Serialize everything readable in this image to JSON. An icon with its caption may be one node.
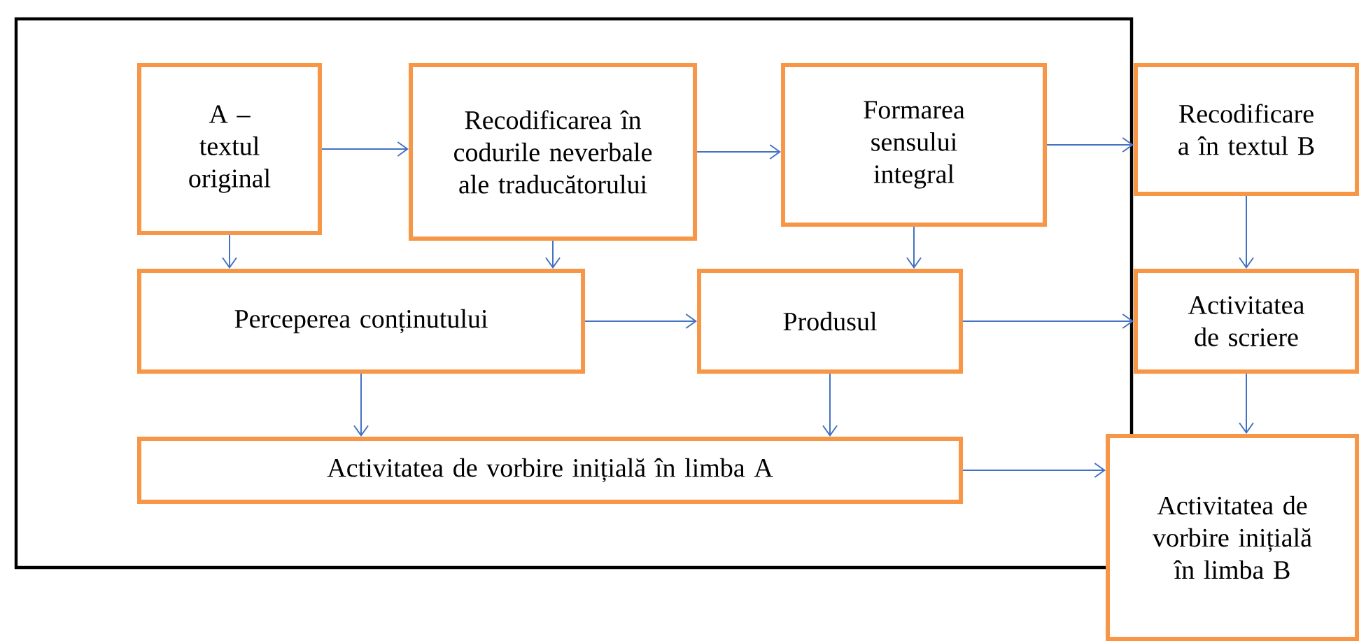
{
  "diagram": {
    "nodes": [
      {
        "text": [],
        "shape": "box"
      },
      {
        "text": [
          "A – textul original"
        ],
        "in": 0
      },
      {
        "text": [
          "Recodificarea în codurile neverbale ale traducătorului"
        ],
        "in": 0
      },
      {
        "text": [
          "Formarea sensului integral"
        ],
        "in": 0
      },
      {
        "text": [
          "Recodificare a în textul B"
        ]
      },
      {
        "text": [
          "Perceperea conținutului"
        ],
        "in": 0
      },
      {
        "text": [
          "Produsul"
        ],
        "in": 0
      },
      {
        "text": [
          "Activitatea de scriere"
        ]
      },
      {
        "text": [
          "Activitatea de vorbire inițială în limba A"
        ],
        "in": 0
      },
      {
        "text": [
          "Activitatea de vorbire inițială în limba B"
        ]
      }
    ],
    "edges": [
      {
        "from": 1,
        "to": 2,
        "arrow": "to"
      },
      {
        "from": 2,
        "to": 3,
        "arrow": "to"
      },
      {
        "from": 3,
        "to": 4,
        "arrow": "to"
      },
      {
        "from": 1,
        "to": 5,
        "arrow": "to"
      },
      {
        "from": 2,
        "to": 5,
        "arrow": "to"
      },
      {
        "from": 3,
        "to": 6,
        "arrow": "to"
      },
      {
        "from": 4,
        "to": 7,
        "arrow": "to"
      },
      {
        "from": 5,
        "to": 6,
        "arrow": "to"
      },
      {
        "from": 6,
        "to": 7,
        "arrow": "to"
      },
      {
        "from": 5,
        "to": 8,
        "arrow": "to"
      },
      {
        "from": 6,
        "to": 8,
        "arrow": "to"
      },
      {
        "from": 7,
        "to": 9,
        "arrow": "to"
      },
      {
        "from": 8,
        "to": 9,
        "arrow": "to"
      }
    ]
  }
}
